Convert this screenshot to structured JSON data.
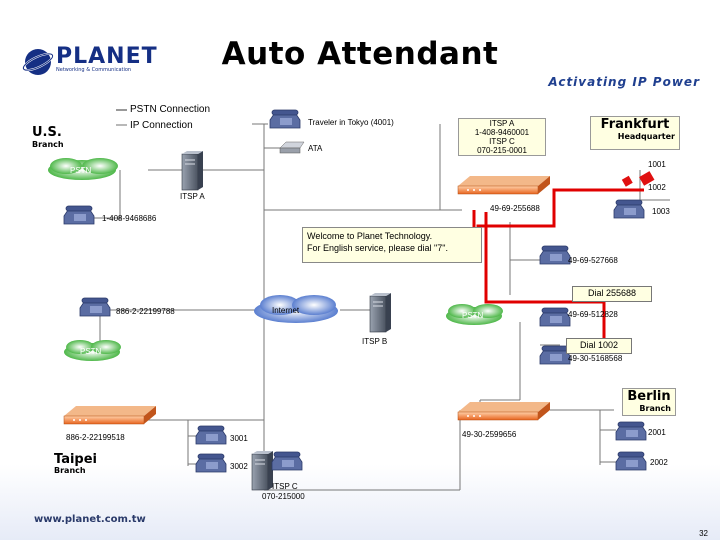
{
  "slide": {
    "title": "Auto Attendant",
    "tagline": "Activating IP Power",
    "logo": {
      "name": "PLANET",
      "subtitle": "Networking & Communication"
    },
    "footer_url": "www.planet.com.tw",
    "page_number": "32"
  },
  "legend": {
    "pstn": "PSTN Connection",
    "ip": "IP Connection",
    "colors": {
      "pstn": "#555555",
      "ip": "#777777",
      "call_path": "#e00000"
    }
  },
  "sites": {
    "us": {
      "name": "U.S.",
      "branch": "Branch"
    },
    "frankfurt": {
      "name": "Frankfurt",
      "branch": "Headquarter"
    },
    "berlin": {
      "name": "Berlin",
      "branch": "Branch"
    },
    "taipei": {
      "name": "Taipei",
      "branch": "Branch"
    }
  },
  "clouds": {
    "pstn_left": "PSTN",
    "internet": "Internet",
    "pstn_mid": "PSTN",
    "pstn_taipei": "PSTN"
  },
  "labels": {
    "traveler": "Traveler in Tokyo (4001)",
    "ata": "ATA",
    "itsp_a": "ITSP A",
    "itsp_b": "ITSP B",
    "itsp_c_label": "ITSP C",
    "itsp_c_number": "070-215000",
    "us_phone": "1-408-9468686",
    "taipei_phone_a": "886-2-22199788",
    "taipei_phone_b": "886-2-22199518",
    "ext_1001": "1001",
    "ext_1002": "1002",
    "ext_1003": "1003",
    "frankfurt_gw": "49-69-255688",
    "num_527668": "49-69-527668",
    "num_512828": "49-69-512828",
    "num_5168568": "49-30-5168568",
    "berlin_gw": "49-30-2599656",
    "ext_2001": "2001",
    "ext_2002": "2002",
    "ext_3001": "3001",
    "ext_3002": "3002"
  },
  "itsp_box": {
    "line1": "ITSP A",
    "line2": "1-408-9460001",
    "line3": "ITSP C",
    "line4": "070-215-0001"
  },
  "callout": {
    "line1": "Welcome to Planet Technology.",
    "line2": "For English service, please dial \"7\"."
  },
  "dial": {
    "first": "Dial 255688",
    "second": "Dial 1002"
  }
}
